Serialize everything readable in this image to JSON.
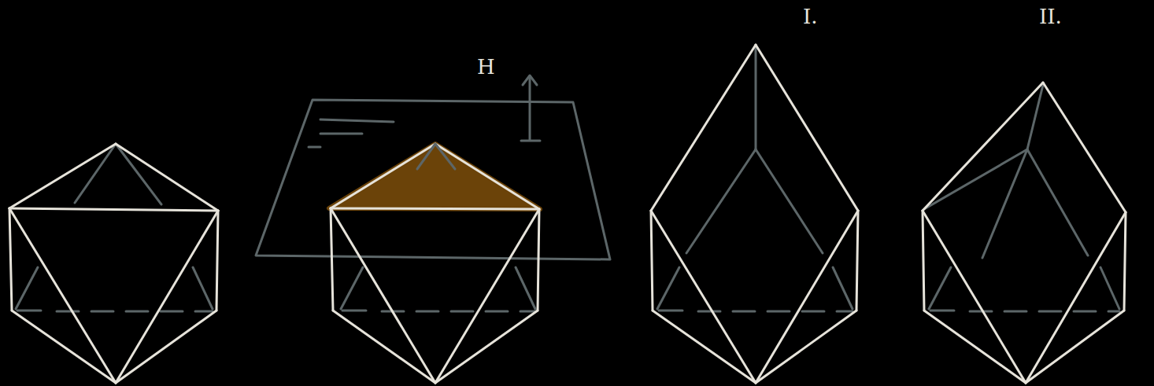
{
  "diagram": {
    "labels": [
      "H",
      "I.",
      "II."
    ]
  }
}
